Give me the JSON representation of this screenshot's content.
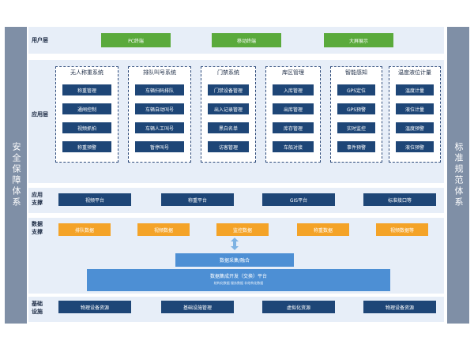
{
  "side_labels": {
    "left": "安全保障体系",
    "right": "标准规范体系"
  },
  "layers": {
    "user": "用户层",
    "application": "应用层",
    "app_support": "应用\n支撑",
    "data_support": "数据\n支撑",
    "infrastructure": "基础\n设施"
  },
  "user_layer": [
    "PC终端",
    "移动终端",
    "大屏展示"
  ],
  "modules": [
    {
      "title": "无人称重系统",
      "items": [
        "称重管理",
        "通闸控制",
        "视频抓拍",
        "称重预警"
      ]
    },
    {
      "title": "排队叫号系统",
      "items": [
        "车辆扫码排队",
        "车辆自动叫号",
        "车辆人工叫号",
        "暂停叫号"
      ]
    },
    {
      "title": "门禁系统",
      "items": [
        "门禁设备管理",
        "出入记录管理",
        "黑白名单",
        "访客管理"
      ]
    },
    {
      "title": "库区管理",
      "items": [
        "入库管理",
        "出库管理",
        "库存管理",
        "车船对接"
      ]
    },
    {
      "title": "智能感知",
      "items": [
        "GPS定位",
        "GPS预警",
        "实时监控",
        "事件预警"
      ]
    },
    {
      "title": "温度液位计量",
      "items": [
        "温度计量",
        "液位计量",
        "温度预警",
        "液位预警"
      ]
    }
  ],
  "app_support": [
    "视频平台",
    "称重平台",
    "GIS平台",
    "标准接口等"
  ],
  "data_support": [
    "排队数据",
    "视频数据",
    "监控数据",
    "称重数据",
    "视频数据等"
  ],
  "data_collect": "数据采集/融合",
  "data_platform": {
    "main": "数据集成开发（交换）平台",
    "sub": "结构化数据    服务数据    非结构化数据"
  },
  "infrastructure": [
    "物理设备资源",
    "基础设施管理",
    "虚拟化资源",
    "物理设备资源"
  ]
}
